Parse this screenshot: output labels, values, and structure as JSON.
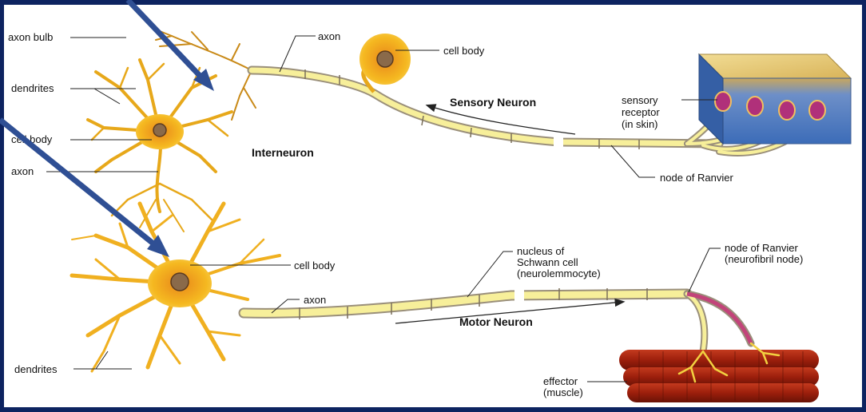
{
  "labels": {
    "axon_bulb": "axon bulb",
    "dendrites_top": "dendrites",
    "cell_body_inter": "cell body",
    "axon_inter": "axon",
    "interneuron": "Interneuron",
    "axon_sensory": "axon",
    "cell_body_sensory": "cell body",
    "sensory_neuron": "Sensory  Neuron",
    "sensory_receptor_1": "sensory",
    "sensory_receptor_2": "receptor",
    "sensory_receptor_3": "(in skin)",
    "node_ranvier_top": "node of Ranvier",
    "cell_body_motor": "cell body",
    "axon_motor": "axon",
    "schwann_1": "nucleus of",
    "schwann_2": "Schwann cell",
    "schwann_3": "(neurolemmocyte)",
    "node_ranvier_bottom_1": "node of Ranvier",
    "node_ranvier_bottom_2": "(neurofibril node)",
    "motor_neuron": "Motor  Neuron",
    "effector_1": "effector",
    "effector_2": "(muscle)",
    "dendrites_bottom": "dendrites"
  },
  "colors": {
    "background": "#0d2360",
    "panel": "#ffffff",
    "neuron": "#f5b820",
    "neuron_dark": "#d98a0a",
    "axon_fill": "#f7ef9a",
    "axon_edge": "#9a8f7a",
    "arrow": "#2f4f94",
    "skin_top": "#e6c872",
    "skin_side": "#4f7fc8",
    "receptor": "#b0307a",
    "muscle": "#a42410"
  }
}
